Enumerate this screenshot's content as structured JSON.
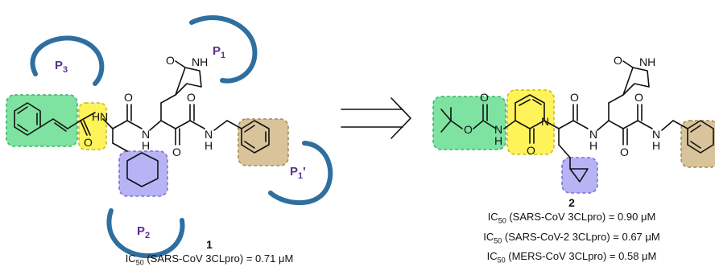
{
  "compound1": {
    "number": "1",
    "lines": [
      {
        "prefix": "IC",
        "sub": "50",
        "text": " (SARS-CoV 3CLpro) = 0.71 μM"
      }
    ]
  },
  "compound2": {
    "number": "2",
    "lines": [
      {
        "prefix": "IC",
        "sub": "50",
        "text": " (SARS-CoV 3CLpro) = 0.90 μM"
      },
      {
        "prefix": "IC",
        "sub": "50",
        "text": " (SARS-CoV-2 3CLpro) = 0.67 μM"
      },
      {
        "prefix": "IC",
        "sub": "50",
        "text": " (MERS-CoV 3CLpro) = 0.58 μM"
      }
    ]
  },
  "pockets": {
    "p1": {
      "main": "P",
      "sub": "1"
    },
    "p1prime": {
      "main": "P",
      "sub": "1",
      "prime": "'"
    },
    "p2": {
      "main": "P",
      "sub": "2"
    },
    "p3": {
      "main": "P",
      "sub": "3"
    }
  },
  "atoms": {
    "N": "N",
    "H": "H",
    "O": "O",
    "HN": "HN",
    "NH": "NH"
  },
  "colors": {
    "green": "#7ee2a0",
    "yellow": "#fff35a",
    "blue": "#b8b3f5",
    "tan": "#d8c39a",
    "arc": "#2f6fa0",
    "pocket_text": "#5b2f8f"
  }
}
